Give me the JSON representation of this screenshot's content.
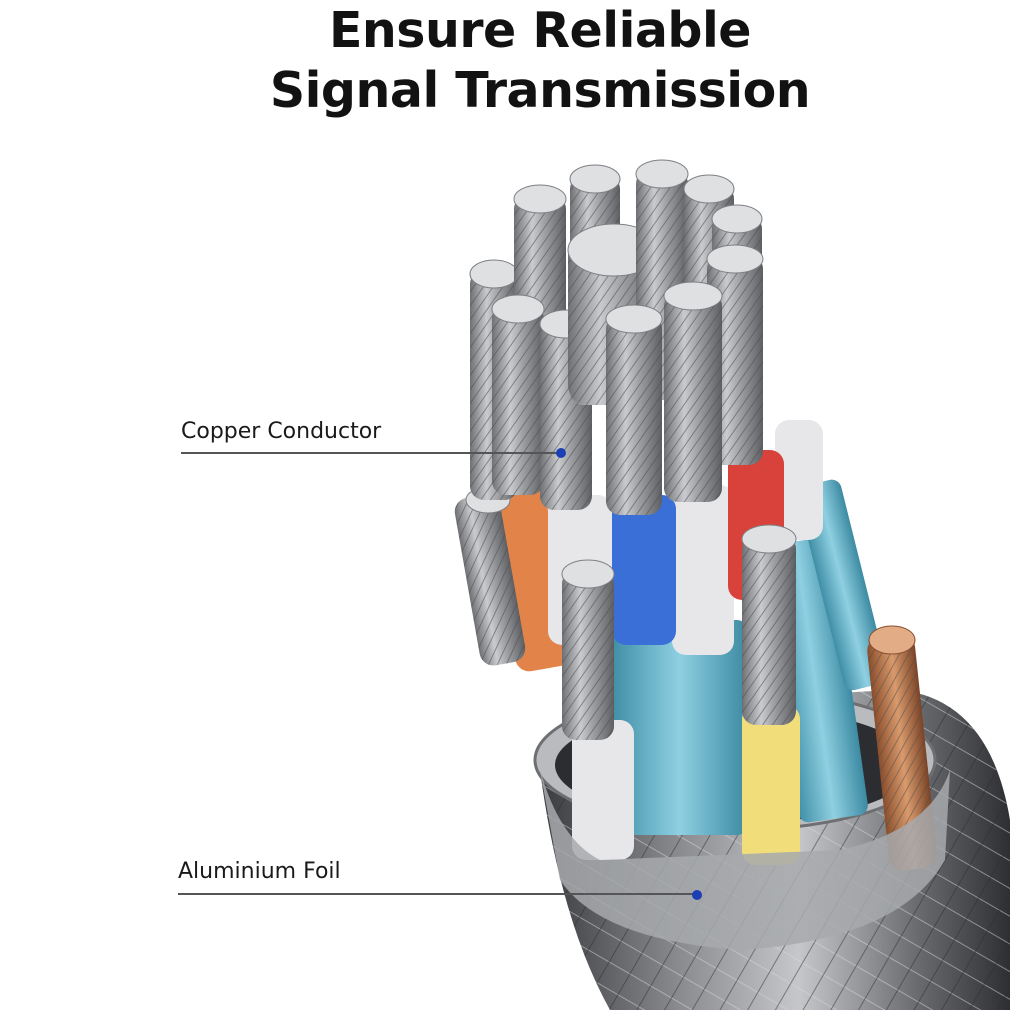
{
  "headline": {
    "line1": "Ensure Reliable",
    "line2": "Signal Transmission"
  },
  "callouts": [
    {
      "label": "Copper Conductor"
    },
    {
      "label": "Aluminium Foil"
    }
  ],
  "colors": {
    "text": "#121212",
    "pointer_dot": "#1d3fb5",
    "rule": "#555555",
    "insulation_orange": "#e2844a",
    "insulation_blue": "#3a6fd8",
    "insulation_red": "#d9423a",
    "insulation_yellow": "#f1de7a",
    "insulation_white": "#e7e7ea",
    "foil_teal": "#6fb9cf",
    "metal": "#9a9ca0"
  }
}
